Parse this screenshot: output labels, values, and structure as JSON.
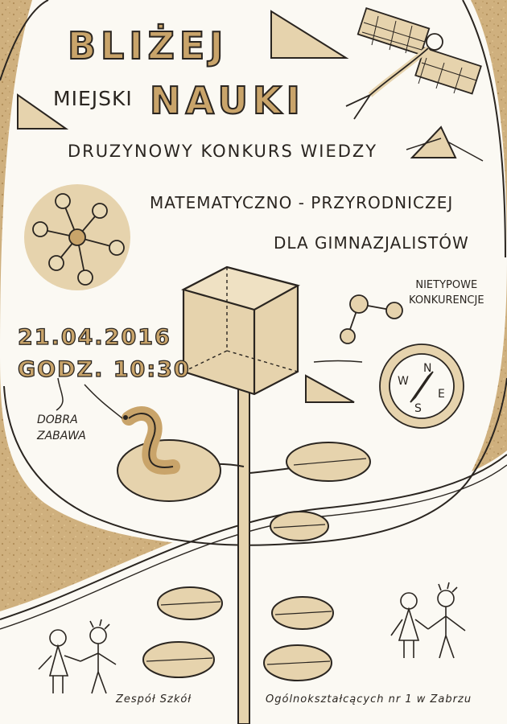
{
  "poster": {
    "title_line1": "BLIŻEJ",
    "title_small": "MIEJSKI",
    "title_line2": "NAUKI",
    "subtitle_line1": "DRUZYNOWY KONKURS WIEDZY",
    "subtitle_line2": "MATEMATYCZNO - PRZYRODNICZEJ",
    "subtitle_line3": "DLA GIMNAZJALISTÓW",
    "date": "21.04.2016",
    "time": "GODZ. 10:30",
    "note_atypical_1": "NIETYPOWE",
    "note_atypical_2": "KONKURENCJE",
    "note_fun_1": "DOBRA",
    "note_fun_2": "ZABAWA",
    "footer_left": "Zespół Szkół",
    "footer_right": "Ogólnokształcących nr 1 w Zabrzu"
  },
  "compass_letters": {
    "n": "N",
    "s": "S",
    "e": "E",
    "w": "W"
  },
  "colors": {
    "paper": "#fbf9f3",
    "cork": "#cfb07e",
    "tan": "#e6d3ad",
    "ink": "#2a2520",
    "title_fill": "#c9a46a"
  }
}
